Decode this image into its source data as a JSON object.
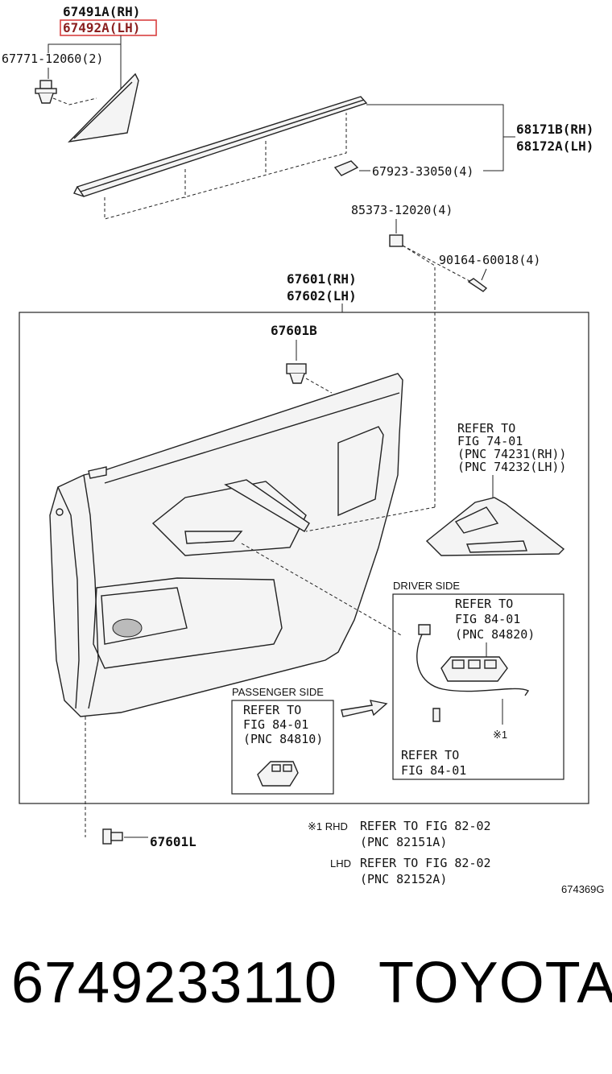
{
  "labels": {
    "l1": "67491A(RH)",
    "l2": "67492A(LH)",
    "l3": "67771-12060(2)",
    "l4": "68171B(RH)",
    "l5": "68172A(LH)",
    "l6": "67923-33050(4)",
    "l7": "85373-12020(4)",
    "l8": "90164-60018(4)",
    "l9": "67601(RH)",
    "l10": "67602(LH)",
    "l11": "67601B",
    "l12": "67601L",
    "l13": "674369G"
  },
  "refs": {
    "r74": [
      "REFER TO",
      "FIG 74-01",
      "(PNC 74231(RH))",
      "(PNC 74232(LH))"
    ],
    "driver_title": "DRIVER SIDE",
    "driver_ref1": [
      "REFER TO",
      "FIG 84-01",
      "(PNC 84820)"
    ],
    "mark": "※1",
    "driver_ref2": [
      "REFER TO",
      "FIG 84-01"
    ],
    "passenger_title": "PASSENGER SIDE",
    "passenger_ref": [
      "REFER TO",
      "FIG 84-01",
      "(PNC 84810)"
    ]
  },
  "notes": {
    "rhd_mark": "※1 RHD",
    "rhd_ref": "REFER TO FIG 82-02",
    "rhd_pnc": "(PNC 82151A)",
    "lhd_mark": "LHD",
    "lhd_ref": "REFER TO FIG 82-02",
    "lhd_pnc": "(PNC 82152A)"
  },
  "footer": {
    "part_number": "6749233110",
    "brand": "TOYOTA"
  },
  "colors": {
    "highlight": "#d84040",
    "highlight_text": "#8a1f1f"
  }
}
